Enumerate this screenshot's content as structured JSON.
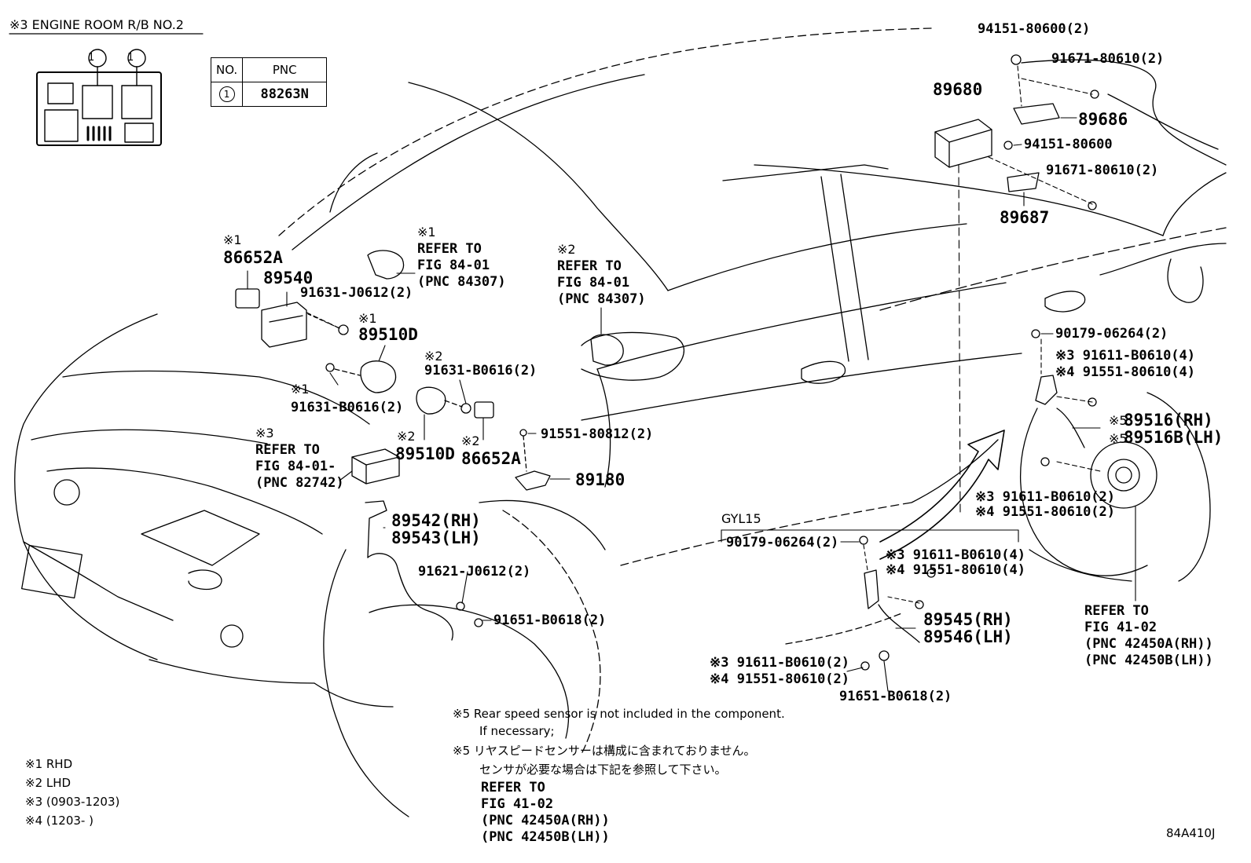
{
  "header": {
    "title": "※3 ENGINE ROOM R/B NO.2"
  },
  "relay_box": {
    "callouts": [
      "1",
      "1"
    ]
  },
  "pnc_table": {
    "headers": [
      "NO.",
      "PNC"
    ],
    "rows": [
      {
        "no": "1",
        "pnc": "88263N"
      }
    ]
  },
  "parts": {
    "p86652A_rhd_mark": "※1",
    "p86652A_rhd": "86652A",
    "p89540": "89540",
    "p91631_J0612": "91631-J0612(2)",
    "p89510D_rhd_mark": "※1",
    "p89510D_rhd": "89510D",
    "p91631_B0616_rhd_mark": "※1",
    "p91631_B0616_rhd": "91631-B0616(2)",
    "p91631_B0616_lhd_mark": "※2",
    "p91631_B0616_lhd": "91631-B0616(2)",
    "p89510D_lhd_mark": "※2",
    "p89510D_lhd": "89510D",
    "p86652A_lhd_mark": "※2",
    "p86652A_lhd": "86652A",
    "p91551_80812": "91551-80812(2)",
    "p89180": "89180",
    "p89542": "89542(RH)",
    "p89543": "89543(LH)",
    "p91621_J0612": "91621-J0612(2)",
    "p91651_B0618_front": "91651-B0618(2)",
    "p94151_80600_2": "94151-80600(2)",
    "p91671_80610_a": "91671-80610(2)",
    "p89680": "89680",
    "p89686": "89686",
    "p94151_80600": "94151-80600",
    "p91671_80610_b": "91671-80610(2)",
    "p89687": "89687",
    "p90179_rear": "90179-06264(2)",
    "p91611_rear_a": "※3 91611-B0610(4)",
    "p91551_rear_a": "※4 91551-80610(4)",
    "p89516_mark": "※5",
    "p89516": "89516(RH)",
    "p89516B_mark": "※5",
    "p89516B": "89516B(LH)",
    "p91611_rear_b": "※3 91611-B0610(2)",
    "p91551_rear_b": "※4 91551-80610(2)",
    "gyl15": "GYL15",
    "p90179_mid": "90179-06264(2)",
    "p91611_mid_a": "※3 91611-B0610(4)",
    "p91551_mid_a": "※4 91551-80610(4)",
    "p89545": "89545(RH)",
    "p89546": "89546(LH)",
    "p91611_mid_b": "※3 91611-B0610(2)",
    "p91551_mid_b": "※4 91551-80610(2)",
    "p91651_B0618_mid": "91651-B0618(2)"
  },
  "refs": {
    "ref_84307_a": {
      "mark": "※1",
      "lines": [
        "REFER TO",
        "FIG 84-01",
        "(PNC 84307)"
      ]
    },
    "ref_84307_b": {
      "mark": "※2",
      "lines": [
        "REFER TO",
        "FIG 84-01",
        "(PNC 84307)"
      ]
    },
    "ref_82742": {
      "mark": "※3",
      "lines": [
        "REFER TO",
        "FIG 84-01-",
        "(PNC 82742)"
      ]
    },
    "ref_41_02": {
      "lines": [
        "REFER TO",
        "FIG 41-02",
        "(PNC 42450A(RH))",
        "(PNC 42450B(LH))"
      ]
    }
  },
  "notes": {
    "en_line1": "※5 Rear speed sensor is not included in the component.",
    "en_line2": "If necessary;",
    "jp_line1": "※5 リヤスピードセンサーは構成に含まれておりません。",
    "jp_line2": "センサが必要な場合は下記を参照して下さい。",
    "ref_lines": [
      "REFER TO",
      "FIG 41-02",
      "(PNC 42450A(RH))",
      "(PNC 42450B(LH))"
    ]
  },
  "legend": {
    "l1": "※1 RHD",
    "l2": "※2 LHD",
    "l3": "※3 (0903-1203)",
    "l4": "※4 (1203-       )"
  },
  "figure_code": "84A410J"
}
